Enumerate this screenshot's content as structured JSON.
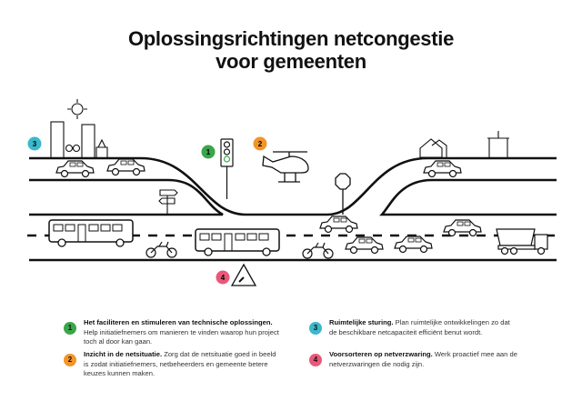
{
  "title": {
    "line1": "Oplossingsrichtingen netcongestie",
    "line2": "voor gemeenten"
  },
  "colors": {
    "1": "#3aa64a",
    "2": "#f1952a",
    "3": "#3bb8cc",
    "4": "#e9587a"
  },
  "markers": [
    {
      "num": "1"
    },
    {
      "num": "2"
    },
    {
      "num": "3"
    },
    {
      "num": "4"
    }
  ],
  "legend": [
    {
      "num": "1",
      "bold": "Het faciliteren en stimuleren  van technische oplossingen.",
      "text": " Help initiatiefnemers om manieren te vinden waarop hun project toch al door kan gaan."
    },
    {
      "num": "2",
      "bold": "Inzicht in de netsituatie.",
      "text": " Zorg dat de netsituatie goed in beeld is zodat initiatiefnemers, netbeheerders en gemeente betere keuzes kunnen maken."
    },
    {
      "num": "3",
      "bold": "Ruimtelijke sturing.",
      "text": " Plan ruimtelijke ontwikkelingen zo dat de beschikbare netcapaciteit efficiënt benut wordt."
    },
    {
      "num": "4",
      "bold": "Voorsorteren op netverzwaring.",
      "text": " Werk proactief mee aan de netverzwaringen die nodig zijn."
    }
  ]
}
